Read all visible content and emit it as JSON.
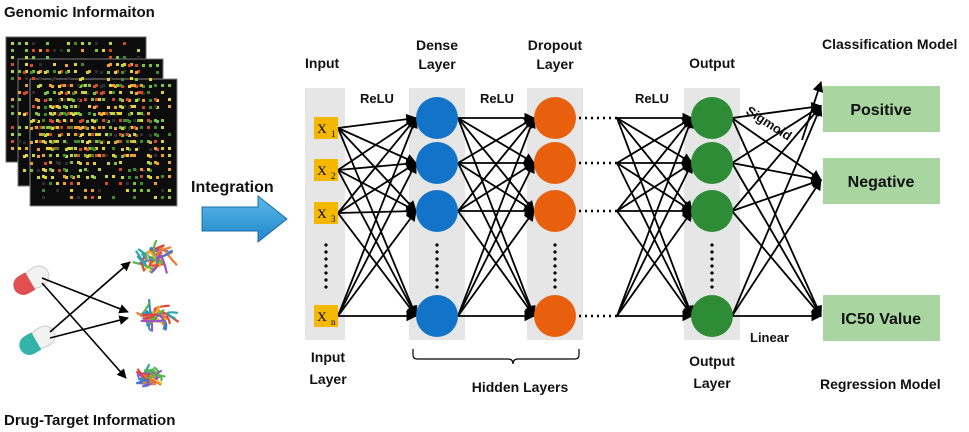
{
  "inputs": {
    "title": "Genomic Informaiton",
    "drug_target": "Drug-Target Information",
    "integration": "Integration"
  },
  "network": {
    "input_label": "Input",
    "input_layer_label_1": "Input",
    "input_layer_label_2": "Layer",
    "input_nodes": [
      {
        "base": "X",
        "sub": "1"
      },
      {
        "base": "X",
        "sub": "2"
      },
      {
        "base": "X",
        "sub": "3"
      },
      {
        "base": "X",
        "sub": "n"
      }
    ],
    "dense_label_1": "Dense",
    "dense_label_2": "Layer",
    "dropout_label_1": "Dropout",
    "dropout_label_2": "Layer",
    "output_label": "Output",
    "output_layer_label_1": "Output",
    "output_layer_label_2": "Layer",
    "relu_1": "ReLU",
    "relu_2": "ReLU",
    "relu_3": "ReLU",
    "hidden_layers": "Hidden Layers",
    "sigmoid": "Sigmoid",
    "linear": "Linear"
  },
  "results": {
    "classification_model": "Classification Model",
    "positive": "Positive",
    "negative": "Negative",
    "ic50": "IC50 Value",
    "regression_model": "Regression Model"
  },
  "colors": {
    "input_node": "#f5b800",
    "dense_node": "#1273c9",
    "dropout_node": "#e8600e",
    "output_node": "#2e8b36",
    "result_box": "#a8d5a0",
    "column_bg": "#e6e6e6",
    "arrow_fill": "#2f9bd7"
  }
}
